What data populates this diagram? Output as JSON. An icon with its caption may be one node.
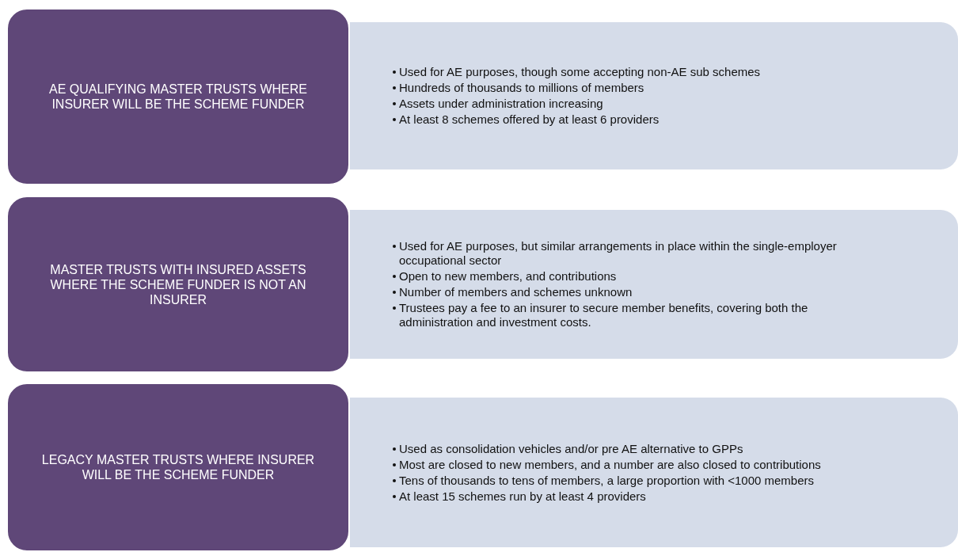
{
  "diagram": {
    "nodes": [
      {
        "text": [
          "AE QUALIFYING MASTER TRUSTS WHERE INSURER WILL BE THE SCHEME FUNDER"
        ]
      },
      {
        "text": [
          "Used for AE purposes, though some accepting non-AE sub schemes",
          "Hundreds of thousands to millions of members",
          "Assets under administration increasing",
          "At least 8 schemes offered by at least 6 providers"
        ]
      },
      {
        "text": [
          "MASTER TRUSTS WITH INSURED ASSETS WHERE THE SCHEME FUNDER IS NOT AN INSURER"
        ]
      },
      {
        "text": [
          "Used for AE purposes, but similar arrangements in place within the single-employer occupational sector",
          "Open to new members, and contributions",
          "Number of members and schemes unknown",
          "Trustees pay a fee to an insurer to secure member benefits, covering both the administration and investment costs."
        ]
      },
      {
        "text": [
          "LEGACY MASTER TRUSTS WHERE INSURER WILL BE THE SCHEME FUNDER"
        ]
      },
      {
        "text": [
          "Used as consolidation vehicles and/or pre AE alternative to GPPs",
          "Most are closed to new members, and a number are also closed to contributions",
          "Tens of thousands to tens of members, a large proportion with <1000 members",
          "At least 15 schemes run by at least 4 providers"
        ]
      }
    ]
  }
}
